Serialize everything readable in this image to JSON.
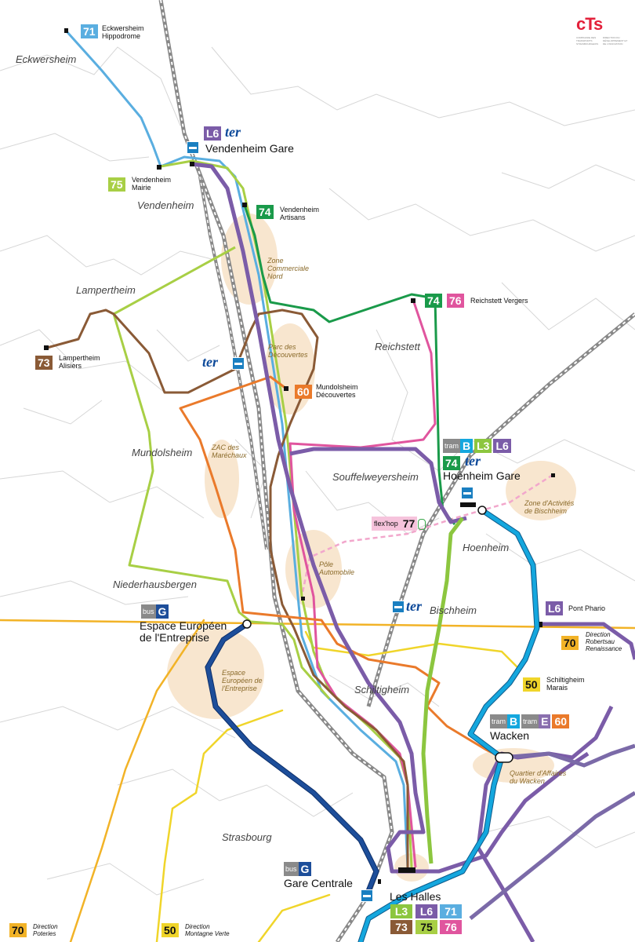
{
  "colors": {
    "line71": "#5aaee0",
    "line75": "#a8cf45",
    "line74": "#1a9a4a",
    "line76": "#e0559e",
    "line73": "#8a5a36",
    "line60": "#ea7a2b",
    "lineL6": "#7b5ca8",
    "lineL3": "#8cc63f",
    "tramB": "#14a7de",
    "tramE": "#8a6fae",
    "busG": "#1d4e9a",
    "line70": "#f2b327",
    "line50": "#f0d52a",
    "flexhop": "#f2a7cc",
    "zone": "#f8e6cf",
    "rail": "#888888",
    "logo_red": "#e3203a"
  },
  "logo": {
    "text": "cTs",
    "sub1": "COMPAGNIE DES TRANSPORTS STRASBOURGEOIS",
    "sub2": "DIRECTION DU DÉVELOPPEMENT ET DE L'INNOVATION"
  },
  "communes": {
    "eckwersheim": "Eckwersheim",
    "vendenheim": "Vendenheim",
    "lampertheim": "Lampertheim",
    "reichstett": "Reichstett",
    "mundolsheim": "Mundolsheim",
    "souffel": "Souffelweyersheim",
    "hoenheim": "Hoenheim",
    "niederhaus": "Niederhausbergen",
    "bischheim": "Bischheim",
    "schiltigheim": "Schiltigheim",
    "strasbourg": "Strasbourg"
  },
  "zones": {
    "zcn1": "Zone",
    "zcn2": "Commerciale",
    "zcn3": "Nord",
    "pdd1": "Parc des",
    "pdd2": "Découvertes",
    "zac1": "ZAC des",
    "zac2": "Maréchaux",
    "pole1": "Pôle",
    "pole2": "Automobile",
    "eee1": "Espace",
    "eee2": "Européen de",
    "eee3": "l'Entreprise",
    "zab1": "Zone d'Activités",
    "zab2": "de Bischheim",
    "qaw1": "Quartier d'Affaires",
    "qaw2": "du Wacken"
  },
  "stops": {
    "eck_num": "71",
    "eck1": "Eckwersheim",
    "eck2": "Hippodrome",
    "vm_num": "75",
    "vm1": "Vendenheim",
    "vm2": "Mairie",
    "va_num": "74",
    "va1": "Vendenheim",
    "va2": "Artisans",
    "rv_num1": "74",
    "rv_num2": "76",
    "rv_name": "Reichstett Vergers",
    "la_num": "73",
    "la1": "Lampertheim",
    "la2": "Alisiers",
    "md_num": "60",
    "md1": "Mundolsheim",
    "md2": "Découvertes",
    "vg_line": "L6",
    "vg_ter": "ter",
    "vg_name": "Vendenheim Gare",
    "hg_tram": "tram",
    "hg_b": "B",
    "hg_l3": "L3",
    "hg_l6": "L6",
    "hg_74": "74",
    "hg_ter": "ter",
    "hg_name": "Hoenheim Gare",
    "flex_a": "flex'hop",
    "flex_b": "77",
    "pp_line": "L6",
    "pp_name": "Pont Phario",
    "r70_num": "70",
    "r70_d1": "Direction",
    "r70_d2": "Robertsau",
    "r70_d3": "Renaissance",
    "sm_num": "50",
    "sm1": "Schiltigheim",
    "sm2": "Marais",
    "wk_tram1": "tram",
    "wk_b": "B",
    "wk_tram2": "tram",
    "wk_e": "E",
    "wk_60": "60",
    "wk_name": "Wacken",
    "ee_bus": "bus",
    "ee_g": "G",
    "ee1": "Espace Européen",
    "ee2": "de l'Entreprise",
    "gc_bus": "bus",
    "gc_g": "G",
    "gc_name": "Gare Centrale",
    "lh_name": "Les Halles",
    "lh_l3": "L3",
    "lh_l6": "L6",
    "lh_71": "71",
    "lh_73": "73",
    "lh_75": "75",
    "lh_76": "76",
    "bl70_num": "70",
    "bl70_d1": "Direction",
    "bl70_d2": "Poteries",
    "bl50_num": "50",
    "bl50_d1": "Direction",
    "bl50_d2": "Montagne Verte",
    "ter_mid": "ter",
    "ter_bis": "ter"
  }
}
